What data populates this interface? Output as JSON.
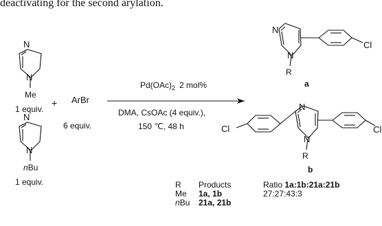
{
  "caption_fragment": "deactivating for the second arylation.",
  "reactant_1": {
    "substituent": "Me",
    "equiv": "1 equiv."
  },
  "reactant_2": {
    "substituent_n": "n",
    "substituent_rest": "Bu",
    "equiv": "1 equiv."
  },
  "plus": "+",
  "aryl_bromide": {
    "label": "ArBr",
    "equiv": "6 equiv."
  },
  "conditions": {
    "catalyst_main": "Pd(OAc)",
    "catalyst_sub": "2",
    "catalyst_loading": "2 mol%",
    "line2": "DMA, CsOAc (4 equiv.),",
    "line3": "150 ℃, 48 h"
  },
  "product_a": {
    "label": "a",
    "R": "R",
    "Cl": "Cl",
    "N1": "N",
    "N2": "N"
  },
  "product_b": {
    "label": "b",
    "R": "R",
    "Cl_left": "Cl",
    "Cl_right": "Cl",
    "N1": "N",
    "N2": "N"
  },
  "atoms": {
    "N": "N"
  },
  "table": {
    "col_R": "R",
    "col_products": "Products",
    "col_ratio_prefix": "Ratio ",
    "ratio_header": "1a:1b:21a:21b",
    "rows": [
      {
        "R": "Me",
        "products": "1a, 1b",
        "ratio": "27:27:43:3"
      },
      {
        "R_n": "n",
        "R_rest": "Bu",
        "products": "21a, 21b",
        "ratio": ""
      }
    ]
  }
}
